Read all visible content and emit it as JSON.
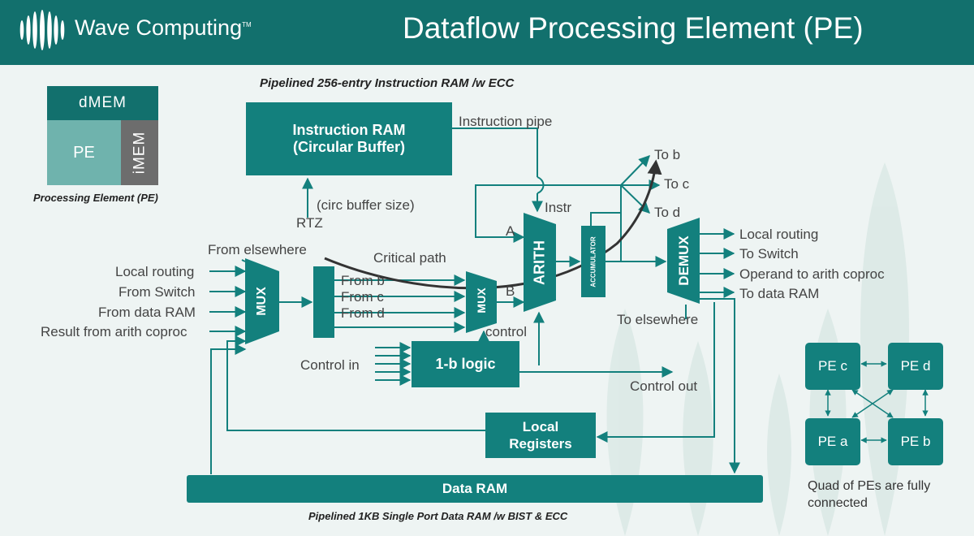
{
  "header": {
    "logo_text": "Wave Computing",
    "logo_tm": "TM",
    "title": "Dataflow Processing Element (PE)"
  },
  "legend": {
    "dmem": "dMEM",
    "pe": "PE",
    "imem": "iMEM",
    "caption": "Processing Element (PE)"
  },
  "instruction_ram": {
    "caption": "Pipelined 256-entry Instruction RAM /w ECC",
    "line1": "Instruction RAM",
    "line2": "(Circular Buffer)",
    "pipe_label": "Instruction pipe",
    "circ_label": "(circ buffer size)",
    "rtz_label": "RTZ"
  },
  "inputs": {
    "from_elsewhere": "From elsewhere",
    "local_routing": "Local routing",
    "from_switch": "From Switch",
    "from_data_ram": "From data RAM",
    "result_coproc": "Result from arith coproc"
  },
  "mux": {
    "label": "MUX",
    "mux2_label": "MUX",
    "from_b": "From b",
    "from_c": "From c",
    "from_d": "From d",
    "critical_path": "Critical path",
    "b_label": "B",
    "a_label": "A",
    "control": "control"
  },
  "arith": {
    "label": "ARITH",
    "instr_label": "Instr",
    "accumulator": "ACCUMULATOR"
  },
  "demux": {
    "label": "DEMUX",
    "to_b": "To b",
    "to_c": "To c",
    "to_d": "To d",
    "local_routing": "Local routing",
    "to_switch": "To Switch",
    "operand_coproc": "Operand to arith coproc",
    "to_data_ram": "To data RAM",
    "to_elsewhere": "To elsewhere"
  },
  "logic": {
    "label": "1-b logic",
    "control_in": "Control in",
    "control_out": "Control out"
  },
  "registers": {
    "line1": "Local",
    "line2": "Registers"
  },
  "data_ram": {
    "label": "Data RAM",
    "caption": "Pipelined 1KB Single Port Data RAM /w BIST & ECC"
  },
  "quad": {
    "pe_c": "PE c",
    "pe_d": "PE d",
    "pe_a": "PE a",
    "pe_b": "PE b",
    "caption_line1": "Quad of PEs are fully",
    "caption_line2": "connected"
  },
  "colors": {
    "teal": "#13807d",
    "header": "#12706d",
    "light_teal": "#6fb3ad",
    "gray": "#6d6d6d",
    "critical_path": "#333333"
  }
}
